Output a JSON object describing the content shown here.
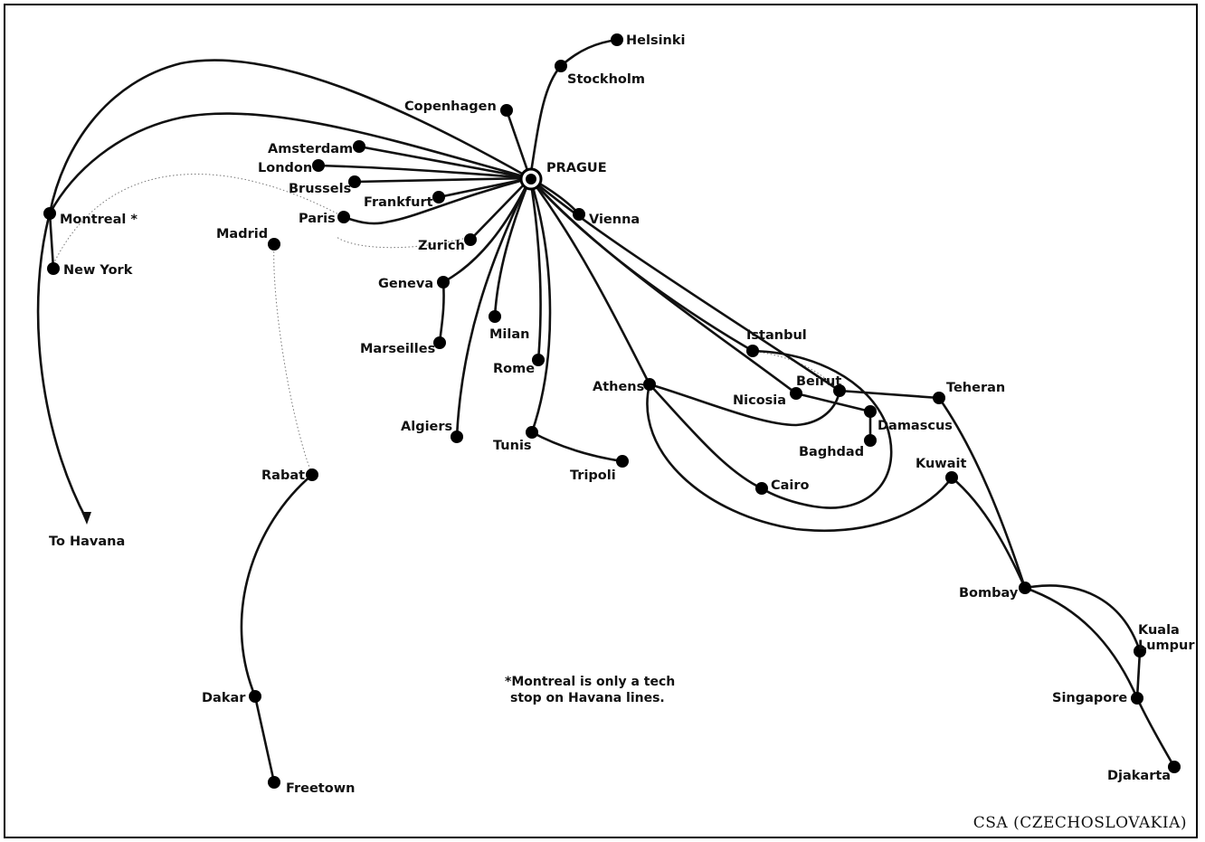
{
  "map": {
    "airline": "CSA (CZECHOSLOVAKIA)",
    "footnote": [
      "*Montreal is only a tech",
      "stop on Havana lines."
    ],
    "hub": "PRAGUE",
    "cities": {
      "helsinki": "Helsinki",
      "stockholm": "Stockholm",
      "copenhagen": "Copenhagen",
      "amsterdam": "Amsterdam",
      "london": "London",
      "brussels": "Brussels",
      "frankfurt": "Frankfurt",
      "paris": "Paris",
      "vienna": "Vienna",
      "zurich": "Zurich",
      "madrid": "Madrid",
      "montreal": "Montreal *",
      "new_york": "New York",
      "geneva": "Geneva",
      "marseilles": "Marseilles",
      "milan": "Milan",
      "rome": "Rome",
      "algiers": "Algiers",
      "tunis": "Tunis",
      "tripoli": "Tripoli",
      "athens": "Athens",
      "istanbul": "Istanbul",
      "nicosia": "Nicosia",
      "beirut": "Beirut",
      "damascus": "Damascus",
      "baghdad": "Baghdad",
      "cairo": "Cairo",
      "teheran": "Teheran",
      "kuwait": "Kuwait",
      "bombay": "Bombay",
      "kuala_lumpur_1": "Kuala",
      "kuala_lumpur_2": "Lumpur",
      "singapore": "Singapore",
      "djakarta": "Djakarta",
      "rabat": "Rabat",
      "dakar": "Dakar",
      "freetown": "Freetown",
      "to_havana": "To Havana"
    },
    "colors": {
      "ink": "#111111",
      "paper": "#ffffff"
    }
  }
}
